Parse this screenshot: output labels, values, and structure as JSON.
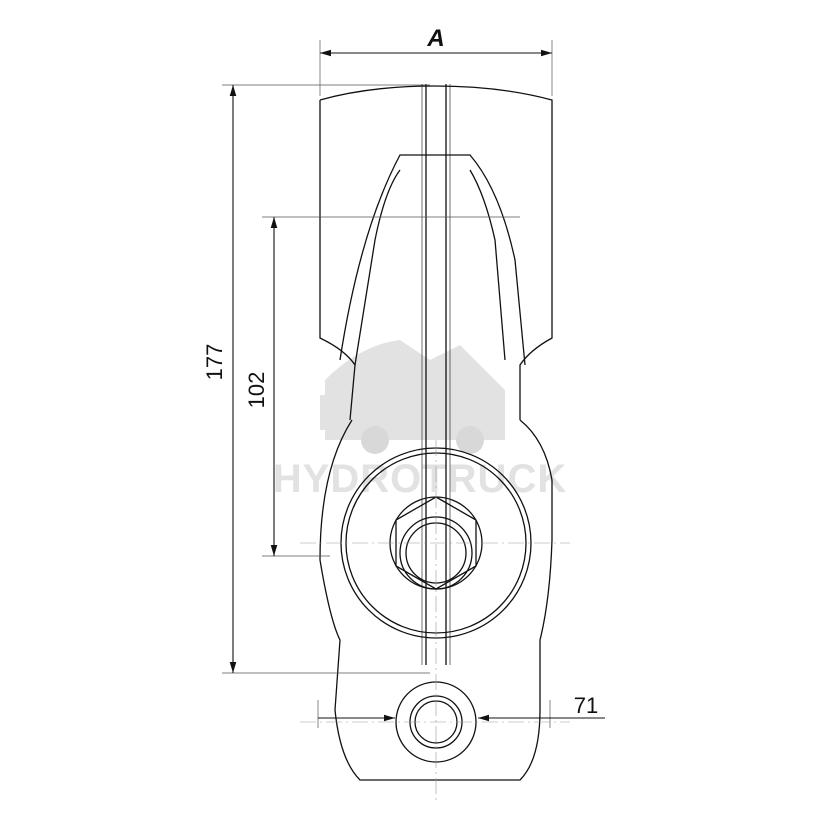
{
  "dimensions": {
    "width_label": "A",
    "overall_height_label": "177",
    "bore_distance_label": "102",
    "port_label": "71"
  },
  "watermark": {
    "brand": "HYDROTRUCK",
    "icon": "truck-icon"
  },
  "colors": {
    "line": "#111111",
    "watermark": "#e2e2e2"
  }
}
